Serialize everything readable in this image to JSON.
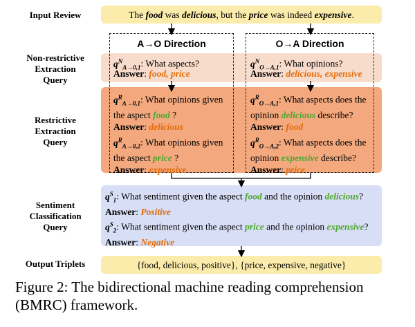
{
  "labels": {
    "input_review": "Input Review",
    "non_restrictive": [
      "Non-restrictive",
      "Extraction",
      "Query"
    ],
    "restrictive": [
      "Restrictive",
      "Extraction",
      "Query"
    ],
    "sentiment": [
      "Sentiment",
      "Classification",
      "Query"
    ],
    "output": "Output Triplets"
  },
  "review": {
    "p1": "The ",
    "aspect1": "food",
    "p2": " was ",
    "opinion1": "delicious",
    "p3": ", but the ",
    "aspect2": "price",
    "p4": " was indeed ",
    "opinion2": "expensive",
    "p5": "."
  },
  "directions": {
    "ao": "A→O Direction",
    "oa": "O→A Direction"
  },
  "queries": {
    "ao_n1": {
      "q": "q",
      "sup": "N",
      "sub": "A→0,1",
      "text": ": What aspects?",
      "answer_label": "Answer",
      "answer": "food, price"
    },
    "oa_n1": {
      "q": "q",
      "sup": "N",
      "sub": "O→A,1",
      "text": ": What opinions?",
      "answer_label": "Answer",
      "answer": "delicious, expensive"
    },
    "ao_r1": {
      "q": "q",
      "sup": "R",
      "sub": "A→0,1",
      "text": ": What opinions given",
      "text2": "the aspect ",
      "term": "food",
      "end": " ?",
      "answer_label": "Answer",
      "answer": "delicious"
    },
    "ao_r2": {
      "q": "q",
      "sup": "R",
      "sub": "A→0,2",
      "text": ": What opinions given",
      "text2": "the aspect ",
      "term": "price",
      "end": " ?",
      "answer_label": "Answer",
      "answer": "expensive"
    },
    "oa_r1": {
      "q": "q",
      "sup": "R",
      "sub": "O→A,1",
      "text": ": What aspects does the",
      "text2": "opinion ",
      "term": "delicious",
      "end": " describe?",
      "answer_label": "Answer",
      "answer": "food"
    },
    "oa_r2": {
      "q": "q",
      "sup": "R",
      "sub": "O→A,2",
      "text": ": What aspects does the",
      "text2": "opinion ",
      "term": "expensive",
      "end": " describe?",
      "answer_label": "Answer",
      "answer": "price"
    },
    "s1": {
      "q": "q",
      "sup": "S",
      "sub": "1",
      "text": ": What sentiment given the aspect ",
      "aspect": "food",
      "mid": " and the opinion ",
      "opinion": "delicious",
      "end": "?",
      "answer_label": "Answer",
      "answer": "Positive"
    },
    "s2": {
      "q": "q",
      "sup": "S",
      "sub": "2",
      "text": ": What sentiment given the aspect ",
      "aspect": "price",
      "mid": " and the opinion ",
      "opinion": "expensive",
      "end": "?",
      "answer_label": "Answer",
      "answer": "Negative"
    }
  },
  "output_triplets": "{food, delicious, positive}, {price, expensive, negative}",
  "caption": "Figure 2: The bidirectional machine reading comprehension (BMRC) framework."
}
